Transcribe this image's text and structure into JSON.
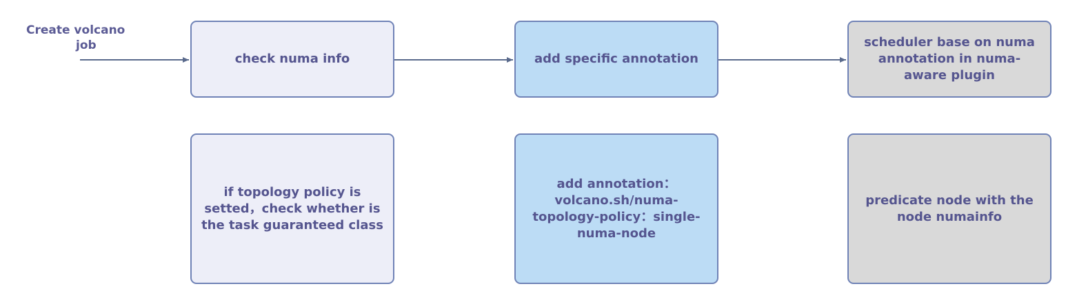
{
  "diagram": {
    "start": {
      "line1": "Create volcano",
      "line2": "job"
    },
    "nodes": {
      "check_numa": "check numa info",
      "add_specific_annotation": "add specific annotation",
      "scheduler": "scheduler base on numa\nannotation in numa-\naware plugin",
      "topology_check": "if topology policy is\nsetted，check whether is\nthe task guaranteed class",
      "add_annotation_detail": "add annotation：\nvolcano.sh/numa-\ntopology-policy：single-\nnuma-node",
      "predicate": "predicate node with the\nnode numainfo"
    },
    "colors": {
      "lavender": "#edeef8",
      "light_blue": "#bcdcf5",
      "gray": "#d9d9d9",
      "border": "#6f82b6",
      "text": "#55558f",
      "arrow": "#5a6a8c"
    }
  }
}
